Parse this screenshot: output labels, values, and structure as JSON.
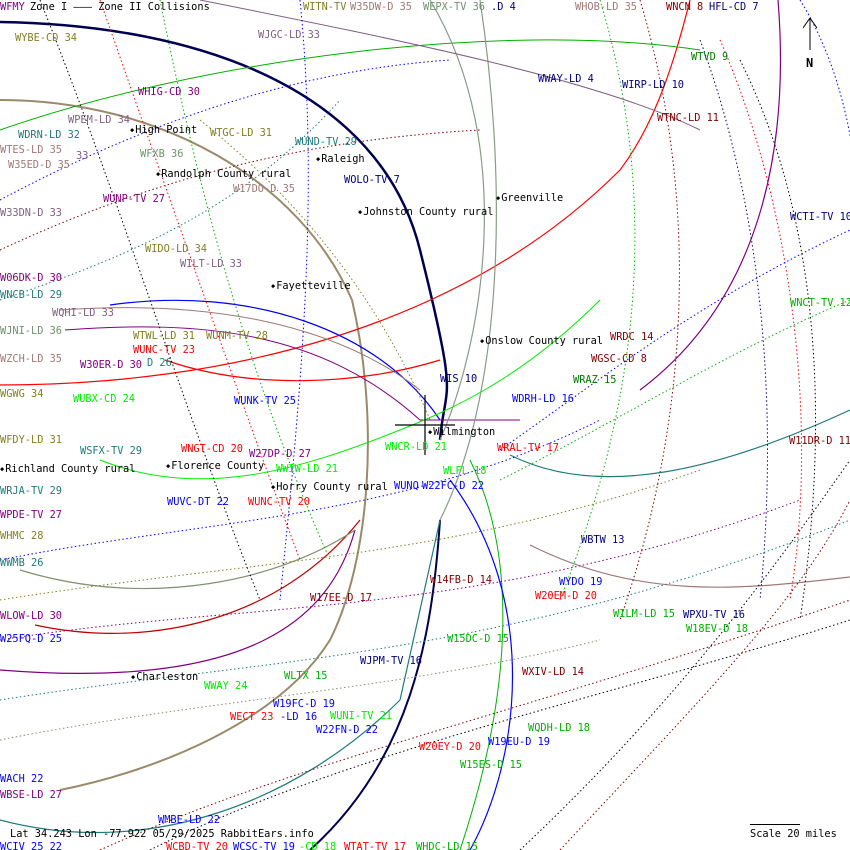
{
  "header": {
    "legend": "Zone I ——— Zone II Collisions"
  },
  "footer": {
    "status": "Lat 34.243 Lon -77.922 05/29/2025 RabbitEars.info",
    "scale": "Scale 20 miles"
  },
  "compass": {
    "north": "N"
  },
  "cities": [
    "High Point",
    "Raleigh",
    "Randolph County rural",
    "Greenville",
    "Johnston County rural",
    "Fayetteville",
    "Onslow County rural",
    "Wilmington",
    "Florence County",
    "Richland County rural",
    "Horry County rural",
    "Charleston"
  ],
  "stations": [
    "WFMY",
    "WYBE-CD 34",
    "WJGC-LD 33",
    "WITN-TV",
    "W35DW-D 35",
    "WEPX-TV 36",
    ".D 4",
    "WHOB-LD 35",
    "WNCN 8",
    "HFL-CD 7",
    "WTVD 9",
    "WWAY-LD 4",
    "WIRP-LD 10",
    "WTNC-LD 11",
    "WHIG-CD 30",
    "WPEM-LD 34",
    "WTGC-LD 31",
    "WDRN-LD 32",
    "WUND-TV 29",
    "WTES-LD 35",
    "33",
    "WFXB 36",
    "W35ED-D 35",
    "WOLO-TV 7",
    "W17DO-D 35",
    "WUNP-TV 27",
    "W33DN-D 33",
    "WCTI-TV 10",
    "WIDO-LD 34",
    "WILT-LD 33",
    "W06DK-D 30",
    "WNCB-LD 29",
    "WNCT-TV 12",
    "WQHI-LD 33",
    "WJNI-LD 36",
    "WTWL-LD 31",
    "WUNM-TV 28",
    "WRDC 14",
    "WUNC-TV 23",
    "WZCH-LD 35",
    "WGSC-CD 8",
    "W30ER-D 30",
    "D 26",
    "WIS 10",
    "WRAZ 15",
    "WGWG 34",
    "WUBX-CD 24",
    "WUNK-TV 25",
    "WDRH-LD 16",
    "W11DR-D 11",
    "WFDY-LD 31",
    "WNCR-LD 21",
    "WRAL-TV 17",
    "WNGT-CD 20",
    "WSFX-TV 29",
    "W27DP-D 27",
    "WWIW-LD 21",
    "WLFL 18",
    "WRJA-TV 29",
    "WUNQ",
    "W22FC-D 22",
    "WUVC-DT 22",
    "WUNC-TV 20",
    "WPDE-TV 27",
    "WHMC 28",
    "WBTW 13",
    "WWMB 26",
    "W14FB-D 14",
    "WYDO 19",
    "W20EM-D 20",
    "W17EE-D 17",
    "WILM-LD 15",
    "WLOW-LD 30",
    "WPXU-TV 16",
    "W18EV-D 18",
    "W25FQ-D 25",
    "W15DC-D 15",
    "WJPM-TV 16",
    "WXIV-LD 14",
    "WLTX 15",
    "WWAY 24",
    "W19FC-D 19",
    "WECT 23",
    "-LD 16",
    "WUNI-TV 21",
    "W22FN-D 22",
    "WQDH-LD 18",
    "W19EU-D 19",
    "W20EY-D 20",
    "W15ES-D 15",
    "WACH 22",
    "WBSE-LD 27",
    "WMBE-LD 22",
    "WCIV 25 22",
    "WCBD-TV 20",
    "WCSC-TV 19",
    "-CD 18",
    "WTAT-TV 17",
    "WHDC-LD 15"
  ],
  "colors": {
    "navy": "#000080",
    "blue": "#0000ff",
    "red": "#ff0000",
    "darkred": "#800000",
    "green": "#00b000",
    "lime": "#00ee00",
    "purple": "#800080",
    "olive": "#808020",
    "teal": "#207a7a",
    "rosy": "#a07878",
    "graygreen": "#709070",
    "tan": "#9a8a6a"
  }
}
